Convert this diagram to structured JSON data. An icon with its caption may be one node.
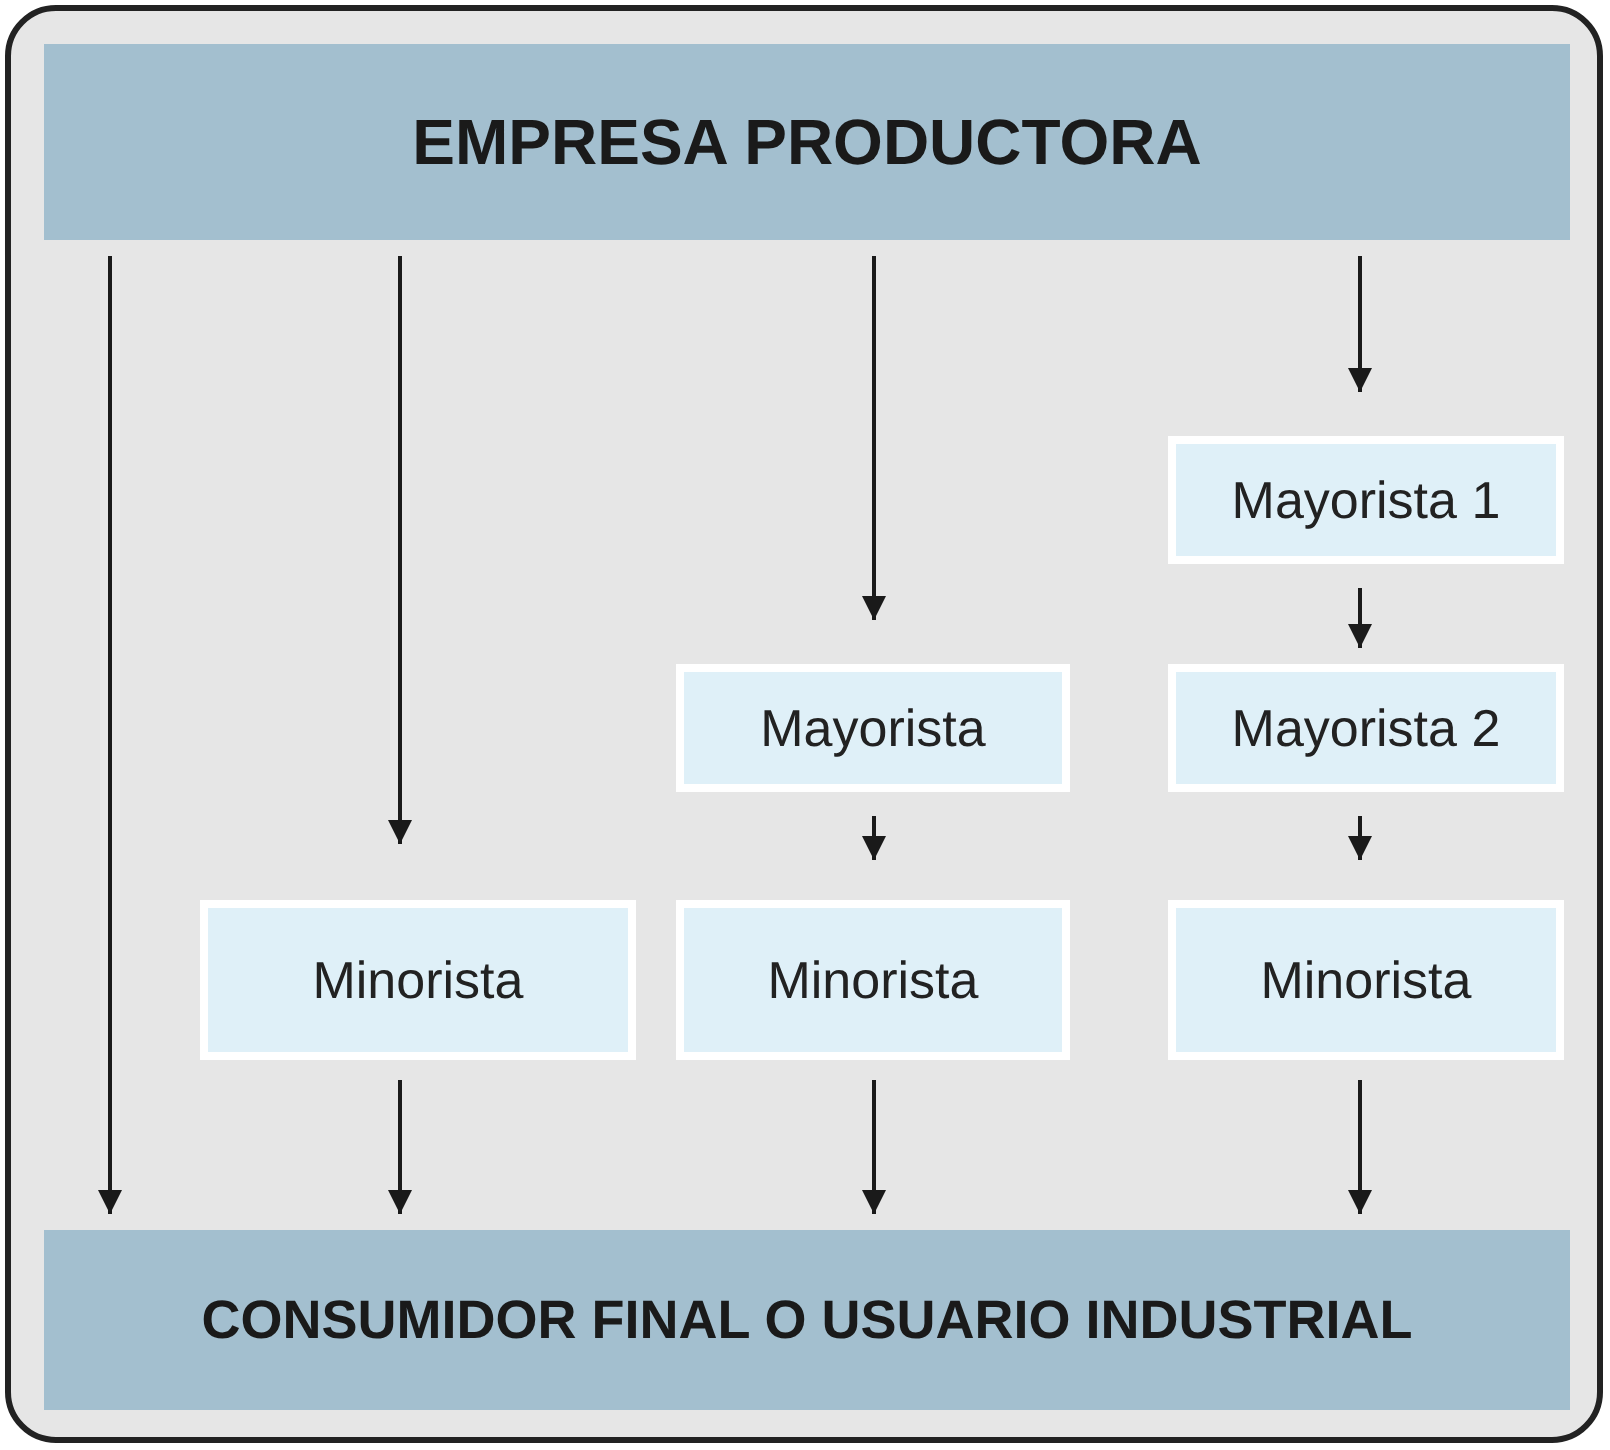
{
  "diagram": {
    "nodes": [
      {
        "text": [
          "EMPRESA PRODUCTORA"
        ]
      },
      {
        "text": [
          "Mayorista 1"
        ]
      },
      {
        "text": [
          "Mayorista"
        ]
      },
      {
        "text": [
          "Mayorista 2"
        ]
      },
      {
        "text": [
          "Minorista"
        ]
      },
      {
        "text": [
          "Minorista"
        ]
      },
      {
        "text": [
          "Minorista"
        ]
      },
      {
        "text": [
          "CONSUMIDOR FINAL O USUARIO INDUSTRIAL"
        ]
      }
    ],
    "edges": [
      {
        "from": 0,
        "to": 7,
        "arrow": "to"
      },
      {
        "from": 0,
        "to": 4,
        "arrow": "to"
      },
      {
        "from": 0,
        "to": 2,
        "arrow": "to"
      },
      {
        "from": 0,
        "to": 1,
        "arrow": "to"
      },
      {
        "from": 1,
        "to": 3,
        "arrow": "to"
      },
      {
        "from": 2,
        "to": 5,
        "arrow": "to"
      },
      {
        "from": 3,
        "to": 6,
        "arrow": "to"
      },
      {
        "from": 4,
        "to": 7,
        "arrow": "to"
      },
      {
        "from": 5,
        "to": 7,
        "arrow": "to"
      },
      {
        "from": 6,
        "to": 7,
        "arrow": "to"
      }
    ]
  }
}
